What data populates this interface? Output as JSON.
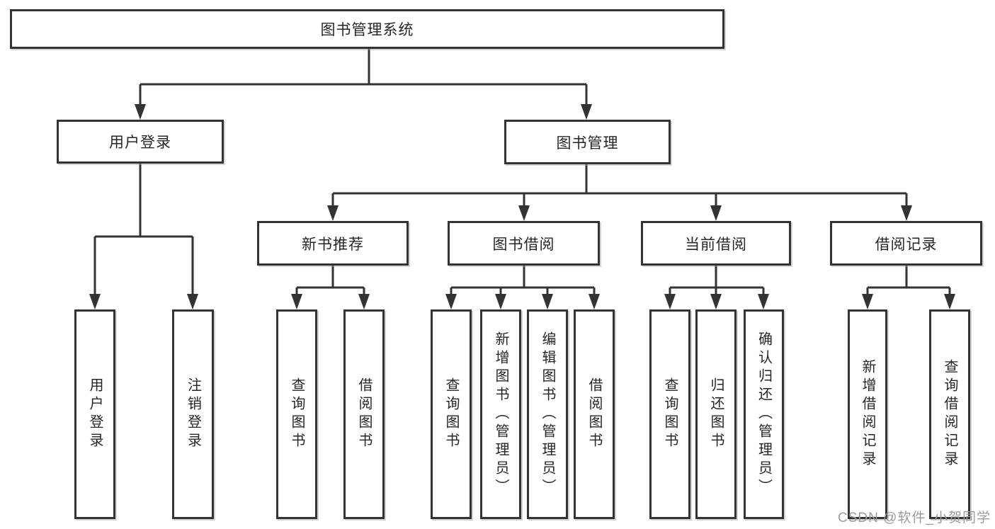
{
  "diagram": {
    "root": "图书管理系统",
    "user_login": {
      "label": "用户登录",
      "children": [
        "用户登录",
        "注销登录"
      ]
    },
    "book_mgmt": {
      "label": "图书管理",
      "sections": [
        {
          "label": "新书推荐",
          "children": [
            "查询图书",
            "借阅图书"
          ]
        },
        {
          "label": "图书借阅",
          "children": [
            "查询图书",
            "新增图书（管理员）",
            "编辑图书（管理员）",
            "借阅图书"
          ]
        },
        {
          "label": "当前借阅",
          "children": [
            "查询图书",
            "归还图书",
            "确认归还（管理员）"
          ]
        },
        {
          "label": "借阅记录",
          "children": [
            "新增借阅记录",
            "查询借阅记录"
          ]
        }
      ]
    }
  },
  "watermark": "CSDN @软件_小贺同学",
  "colors": {
    "line": "#333333",
    "text": "#262626",
    "watermark": "#9b9b9b",
    "background": "#ffffff"
  }
}
